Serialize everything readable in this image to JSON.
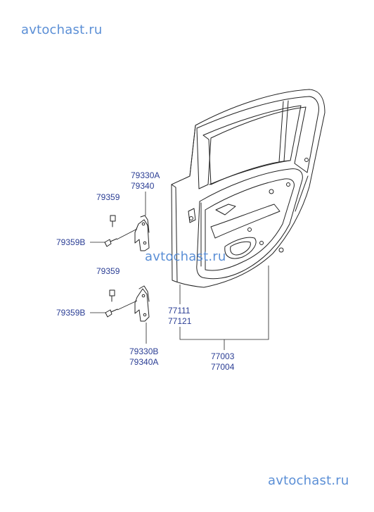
{
  "watermarks": {
    "top": "avtochast.ru",
    "middle": "avtochast.ru",
    "bottom": "avtochast.ru"
  },
  "callouts": {
    "upper_hinge_a": "79330A",
    "upper_hinge_b": "79340",
    "upper_bolt": "79359",
    "upper_bolt_b": "79359B",
    "lower_bolt": "79359",
    "lower_bolt_b": "79359B",
    "lower_hinge_a": "79330B",
    "lower_hinge_b": "79340A",
    "panel_a": "77111",
    "panel_b": "77121",
    "assembly_a": "77003",
    "assembly_b": "77004"
  },
  "colors": {
    "label": "#2a3d94",
    "watermark": "#5b8fd6",
    "line": "#222222"
  }
}
